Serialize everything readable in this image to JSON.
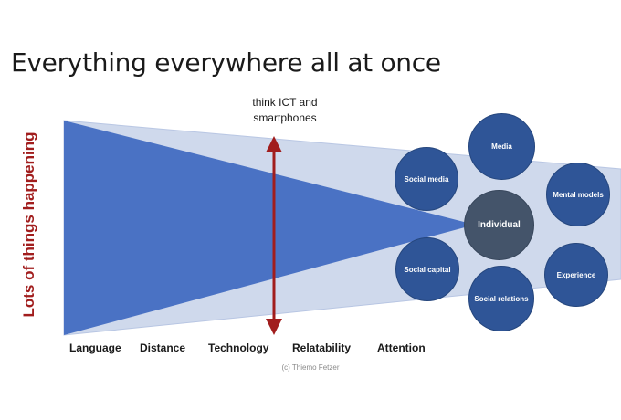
{
  "title": "Everything everywhere all at once",
  "annotation": "think ICT and smartphones",
  "y_label": "Lots of things happening",
  "x_labels": [
    "Language",
    "Distance",
    "Technology",
    "Relatability",
    "Attention"
  ],
  "circles": {
    "media": "Media",
    "social_media": "Social media",
    "mental_models": "Mental models",
    "individual": "Individual",
    "social_capital": "Social capital",
    "experience": "Experience",
    "social_relations": "Social relations"
  },
  "footer": "(c) Thiemo Fetzer",
  "colors": {
    "outer_funnel": "#cfd9ec",
    "inner_funnel": "#4a72c4",
    "arrow": "#a11d1d",
    "circle": "#2f5597",
    "center_circle": "#44546a"
  }
}
